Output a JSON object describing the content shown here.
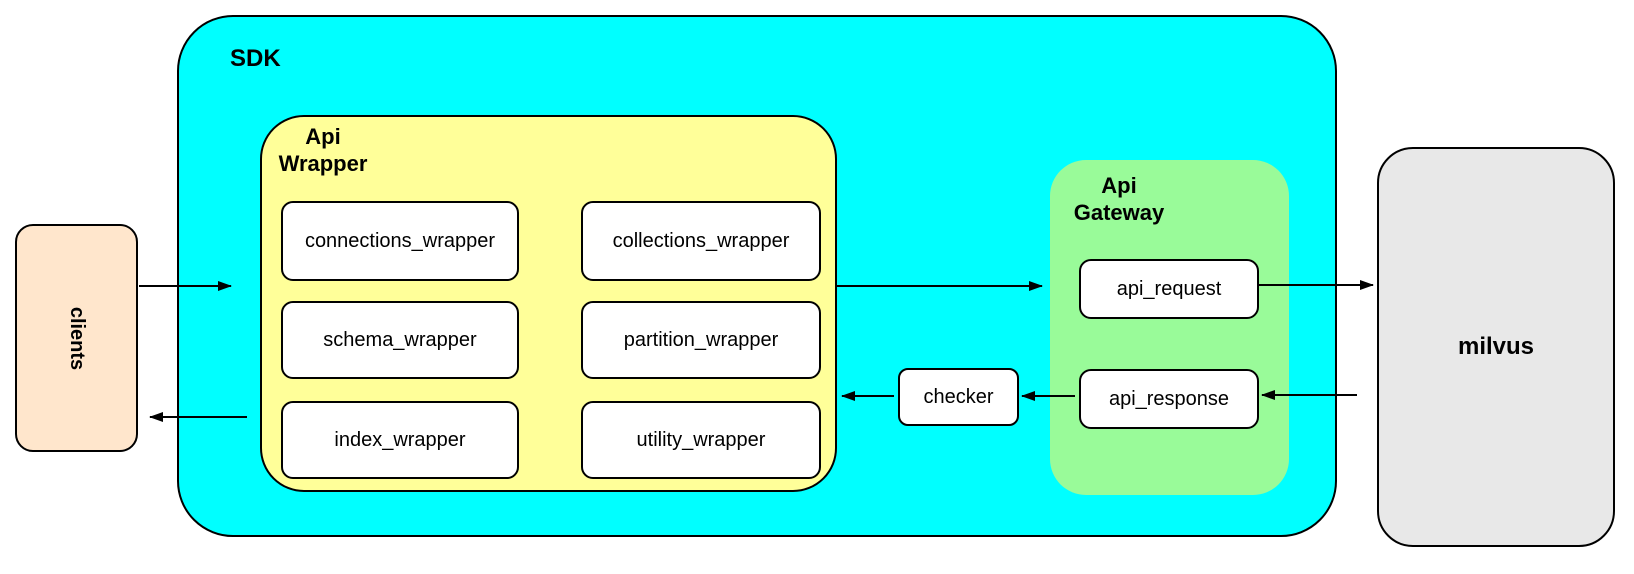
{
  "diagram": {
    "clients": {
      "label": "clients"
    },
    "sdk": {
      "label": "SDK",
      "api_wrapper": {
        "label": "Api\nWrapper",
        "modules": [
          "connections_wrapper",
          "collections_wrapper",
          "schema_wrapper",
          "partition_wrapper",
          "index_wrapper",
          "utility_wrapper"
        ]
      },
      "checker": {
        "label": "checker"
      },
      "api_gateway": {
        "label": "Api\nGateway",
        "nodes": [
          "api_request",
          "api_response"
        ]
      }
    },
    "milvus": {
      "label": "milvus"
    },
    "edges": [
      {
        "from": "clients",
        "to": "sdk"
      },
      {
        "from": "api_wrapper",
        "to": "api_gateway"
      },
      {
        "from": "api_request",
        "to": "milvus"
      },
      {
        "from": "milvus",
        "to": "api_response"
      },
      {
        "from": "api_response",
        "to": "checker"
      },
      {
        "from": "checker",
        "to": "api_wrapper"
      },
      {
        "from": "sdk",
        "to": "clients"
      }
    ]
  },
  "colors": {
    "clients_fill": "#FFE6CC",
    "sdk_fill": "#00FFFF",
    "api_wrapper_fill": "#FFFF99",
    "api_gateway_fill": "#99FB99",
    "milvus_fill": "#E8E8E8",
    "node_fill": "#FFFFFF",
    "border": "#000000"
  }
}
